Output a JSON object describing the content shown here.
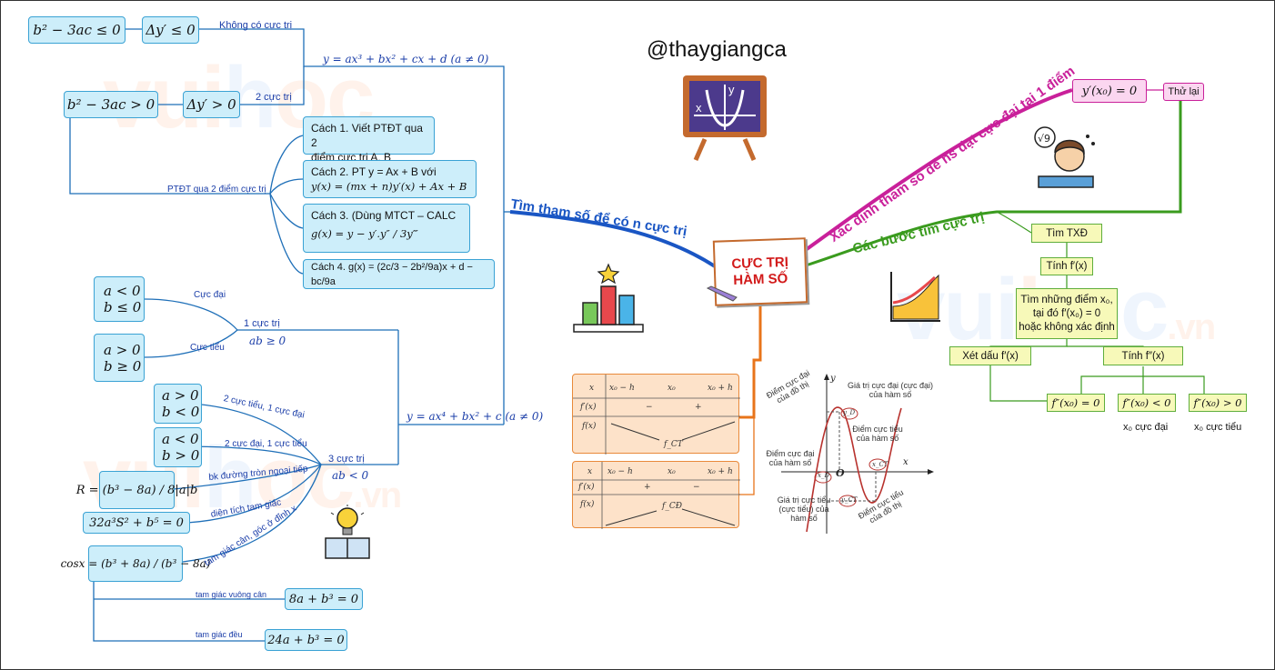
{
  "handle": "@thaygiangca",
  "watermark": {
    "a": "vui",
    "b": "h",
    "c": "oc",
    "d": ".vn"
  },
  "center": {
    "line1": "CỰC TRỊ",
    "line2": "HÀM SỐ"
  },
  "branches": {
    "tim_tham_so": "Tìm tham số để có n cực trị",
    "xac_dinh": "Xác định tham số để hs đạt cực đại tại 1 điểm",
    "cac_buoc": "Các bước tìm cực trị"
  },
  "cubic": {
    "eq": "y = ax³ + bx² + cx + d (a ≠ 0)",
    "no_extrema_label": "Không có cực trị",
    "two_extrema_label": "2 cực trị",
    "cond_le": "b² − 3ac ≤ 0",
    "delta_le": "Δy′ ≤ 0",
    "cond_gt": "b² − 3ac > 0",
    "delta_gt": "Δy′ > 0",
    "ptdt_label": "PTĐT qua 2 điểm cực trị",
    "methods": [
      {
        "t1": "Cách 1. Viết PTĐT qua 2",
        "t2": "điểm cực trị A, B"
      },
      {
        "t1": "Cách 2. PT y = Ax + B với",
        "t2": "y(x) = (mx + n)y′(x) + Ax + B"
      },
      {
        "t1": "Cách 3. (Dùng MTCT – CALC",
        "t2": "g(x) = y − y′.y″ / 3y‴"
      },
      {
        "t1": "Cách 4. g(x) = (2c/3 − 2b²/9a)x + d − bc/9a",
        "t2": ""
      }
    ]
  },
  "quartic": {
    "eq": "y = ax⁴ + bx² + c (a ≠ 0)",
    "one_label": "1 cực trị",
    "one_cond": "ab ≥ 0",
    "three_label": "3 cực trị",
    "three_cond": "ab < 0",
    "max_label": "Cực đại",
    "min_label": "Cực tiểu",
    "sys_max": [
      "a < 0",
      "b ≤ 0"
    ],
    "sys_min": [
      "a > 0",
      "b ≥ 0"
    ],
    "sys_2min": [
      "a > 0",
      "b < 0"
    ],
    "sys_2max": [
      "a < 0",
      "b > 0"
    ],
    "lbl_2min": "2 cực tiểu, 1 cực đại",
    "lbl_2max": "2 cực đại, 1 cực tiểu",
    "lbl_radius": "bk đường tròn ngoại tiếp",
    "lbl_area": "diện tích tam giác",
    "lbl_iso": "tam giác cân, góc ở đỉnh x",
    "lbl_right": "tam giác vuông cân",
    "lbl_equil": "tam giác đều",
    "f_radius": "R = (b³ − 8a) / 8|a|b",
    "f_area": "32a³S² + b⁵ = 0",
    "f_cos": "cosx = (b³ + 8a) / (b³ − 8a)",
    "f_right": "8a + b³ = 0",
    "f_equil": "24a + b³ = 0"
  },
  "pink": {
    "eq": "y′(x₀) = 0",
    "check": "Thử lại"
  },
  "steps": {
    "s1": "Tìm TXĐ",
    "s2": "Tính f′(x)",
    "s3a": "Tìm những điểm x₀,",
    "s3b": "tại đó f′(x₀) = 0",
    "s3c": "hoặc không xác định",
    "s4a": "Xét dấu f′(x)",
    "s4b": "Tính f″(x)",
    "r1": "f″(x₀) = 0",
    "r2": "f″(x₀) < 0",
    "r3": "f″(x₀) > 0",
    "r2_note": "x₀ cực đại",
    "r3_note": "x₀ cực tiểu"
  },
  "tables": {
    "xrow": [
      "x",
      "x₀ − h",
      "x₀",
      "x₀ + h"
    ],
    "t1_signs": [
      "f′(x)",
      "−",
      "+"
    ],
    "t1_f": "f(x)",
    "t1_val": "f_CT",
    "t2_signs": [
      "f′(x)",
      "+",
      "−"
    ],
    "t2_f": "f(x)",
    "t2_val": "f_CĐ"
  },
  "graph": {
    "y": "y",
    "x": "x",
    "o": "O",
    "g1": "Điểm cực đại của đồ thị",
    "g2": "Giá trị cực đại (cực đại) của hàm số",
    "g3": "Điểm cực tiểu của hàm số",
    "g4": "Điểm cực đại của hàm số",
    "g5": "Giá trị cực tiểu (cực tiểu) của hàm số",
    "g6": "Điểm cực tiểu của đồ thị",
    "yd": "y_D",
    "yct": "y_CT",
    "xct": "x_CT",
    "xd": "x_D"
  },
  "colors": {
    "blue": "#1a3da8",
    "magenta": "#c9209a",
    "green": "#3a9b1e",
    "orange": "#e8741a"
  }
}
